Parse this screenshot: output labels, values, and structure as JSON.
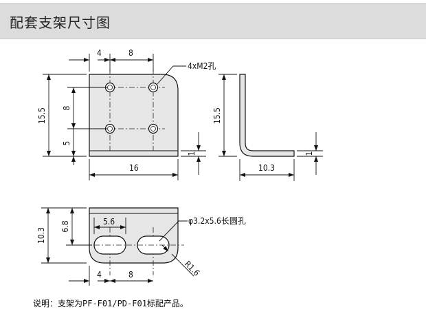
{
  "title": "配套支架尺寸图",
  "note": "说明：支架为PF-F01/PD-F01标配产品。",
  "front_view": {
    "dim_left_offset": "4",
    "dim_hole_pitch_x": "8",
    "dim_height": "15.5",
    "dim_hole_pitch_y": "8",
    "dim_bottom_offset": "5",
    "dim_width": "16",
    "dim_thickness": "1",
    "hole_callout": "4xM2孔"
  },
  "side_view": {
    "dim_height": "15.5",
    "dim_length": "10.3",
    "dim_thickness": "1"
  },
  "bottom_view": {
    "dim_depth": "10.3",
    "dim_slot_center": "6.8",
    "dim_slot_length": "5.6",
    "dim_left_offset": "4",
    "dim_hole_pitch_x": "8",
    "slot_callout": "φ3.2x5.6长圆孔",
    "radius_callout": "R1.6"
  }
}
